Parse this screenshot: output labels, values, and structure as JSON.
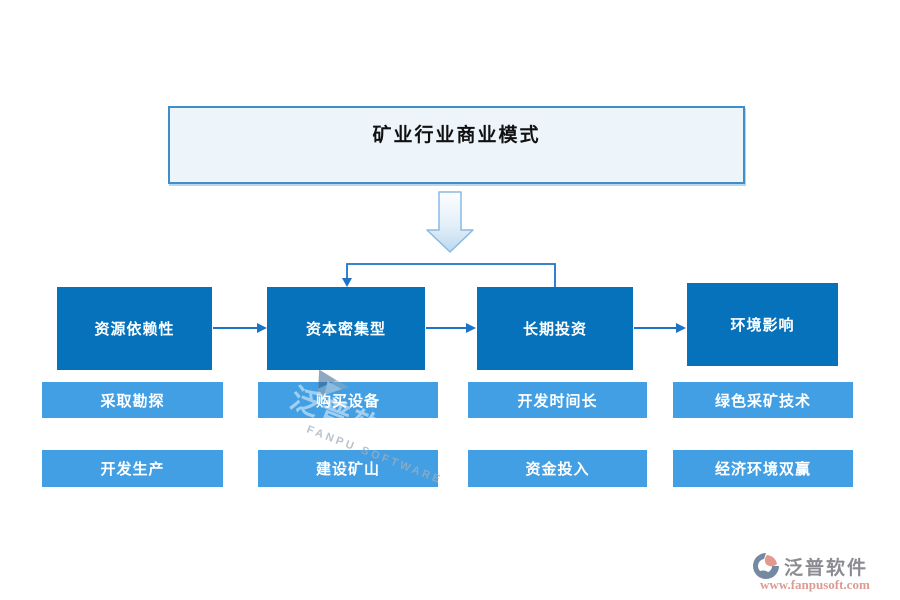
{
  "diagram": {
    "title": "矿业行业商业模式",
    "columns": [
      {
        "header": "资源依赖性",
        "items": [
          "采取勘探",
          "开发生产"
        ]
      },
      {
        "header": "资本密集型",
        "items": [
          "购买设备",
          "建设矿山"
        ]
      },
      {
        "header": "长期投资",
        "items": [
          "开发时间长",
          "资金投入"
        ]
      },
      {
        "header": "环境影响",
        "items": [
          "绿色采矿技术",
          "经济环境双赢"
        ]
      }
    ],
    "colors": {
      "header_box": "#0672BC",
      "item_box": "#429FE3",
      "connector": "#1B74C5",
      "title_fill": "#EDF5FB",
      "title_border": "#3E8EC9",
      "big_arrow_stroke": "#8AB9E4"
    }
  },
  "watermark": {
    "logo_text": "泛普软件",
    "logo_subtext": "FANPU SOFTWARE"
  },
  "footer_logo": {
    "name": "泛普软件",
    "url": "www.fanpusoft.com"
  }
}
